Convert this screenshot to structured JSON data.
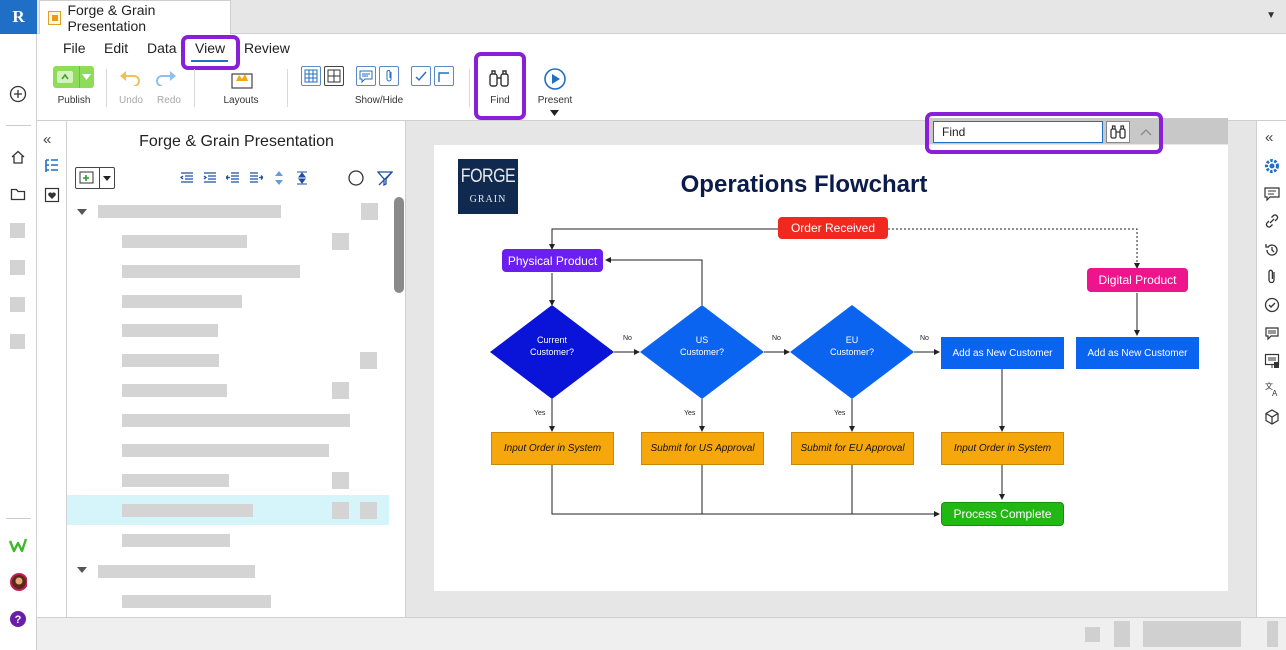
{
  "app": {
    "logo_letter": "R"
  },
  "document_tab": {
    "title": "Forge & Grain Presentation"
  },
  "menu": [
    "File",
    "Edit",
    "Data",
    "View",
    "Review"
  ],
  "ribbon": {
    "publish": "Publish",
    "undo": "Undo",
    "redo": "Redo",
    "layouts": "Layouts",
    "show_hide": "Show/Hide",
    "find": "Find",
    "present": "Present"
  },
  "outline": {
    "title": "Forge & Grain Presentation"
  },
  "find": {
    "placeholder": "Find"
  },
  "slide": {
    "title": "Operations Flowchart",
    "logo_line1": "FORGE",
    "logo_line2": "GRAIN"
  },
  "flowchart": {
    "order_received": "Order Received",
    "physical_product": "Physical Product",
    "digital_product": "Digital Product",
    "current_customer_1": "Current",
    "current_customer_2": "Customer?",
    "us_customer_1": "US",
    "us_customer_2": "Customer?",
    "eu_customer_1": "EU",
    "eu_customer_2": "Customer?",
    "add_new_customer_1": "Add as New Customer",
    "add_new_customer_2": "Add as New Customer",
    "input_order_1": "Input Order in System",
    "submit_us": "Submit for US Approval",
    "submit_eu": "Submit for EU Approval",
    "input_order_2": "Input Order in System",
    "process_complete": "Process Complete",
    "no": "No",
    "yes": "Yes"
  },
  "colors": {
    "accent_highlight": "#8a1fd8",
    "brand_blue": "#1f6fc6",
    "order_received": "#f0281e",
    "physical_product": "#6a1ef0",
    "digital_product": "#ee148c",
    "current_customer": "#0a14d8",
    "us_eu_customer": "#0a64f0",
    "process_complete": "#22b814"
  }
}
